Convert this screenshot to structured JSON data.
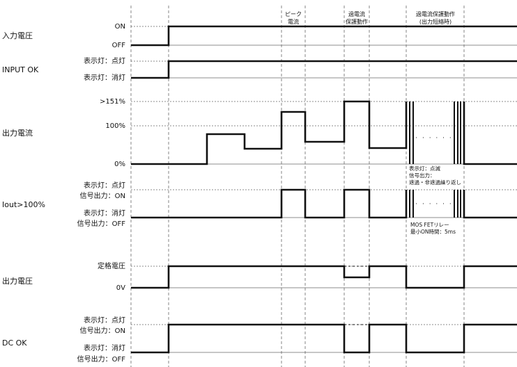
{
  "phases": [
    {
      "lines": [
        "ピーク",
        "電流"
      ]
    },
    {
      "lines": [
        "過電流",
        "保護動作"
      ]
    },
    {
      "lines": [
        "過電流保護動作",
        "(出力短絡時)"
      ]
    }
  ],
  "rows": [
    {
      "label": "入力電圧",
      "levels": [
        "ON",
        "OFF"
      ]
    },
    {
      "label": "INPUT OK",
      "levels": [
        "表示灯：点灯",
        "表示灯：消灯"
      ]
    },
    {
      "label": "出力電流",
      "levels": [
        ">151%",
        "100%",
        "0%"
      ]
    },
    {
      "label": "Iout>100%",
      "levels": [
        "表示灯：点灯",
        "信号出力：ON",
        "表示灯：消灯",
        "信号出力：OFF"
      ]
    },
    {
      "label": "出力電圧",
      "levels": [
        "定格電圧",
        "0V"
      ]
    },
    {
      "label": "DC OK",
      "levels": [
        "表示灯：点灯",
        "信号出力：ON",
        "表示灯：消灯",
        "信号出力：OFF"
      ]
    }
  ],
  "notes": {
    "current_blink": [
      "表示灯：点滅",
      "信号出力：",
      "遮過・非遮過繰り返し"
    ],
    "mosfet": [
      "MOS FETリレー",
      "最小ON時間：5ms"
    ],
    "dots": "· · · · · ·"
  },
  "colors": {
    "line": "#111111",
    "guide": "#555555"
  }
}
